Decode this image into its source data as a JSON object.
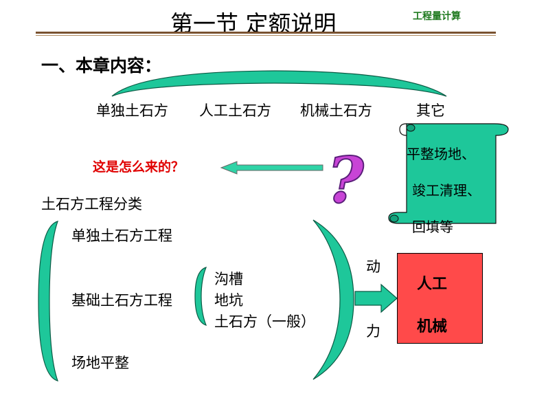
{
  "header": {
    "title": "第一节 定额说明",
    "tag": "工程量计算"
  },
  "section_heading": "一、本章内容：",
  "categories": [
    "单独土石方",
    "人工土石方",
    "机械土石方",
    "其它"
  ],
  "question": "这是怎么来的？",
  "scroll": {
    "lines": [
      "平整场地、",
      "竣工清理、",
      "回填等"
    ]
  },
  "classification": {
    "title": "土石方工程分类",
    "items": [
      "单独土石方工程",
      "基础土石方工程",
      "场地平整"
    ],
    "sub_items": [
      "沟槽",
      "地坑",
      "土石方（一般）"
    ]
  },
  "power": {
    "top": "动",
    "bottom": "力"
  },
  "box": {
    "line1": "人工",
    "line2": "机械"
  },
  "colors": {
    "scroll_fill": "#1ec79a",
    "box_fill": "#ff4a4a",
    "question_text": "#e00000",
    "bracket_fill": "#1ec79a"
  }
}
